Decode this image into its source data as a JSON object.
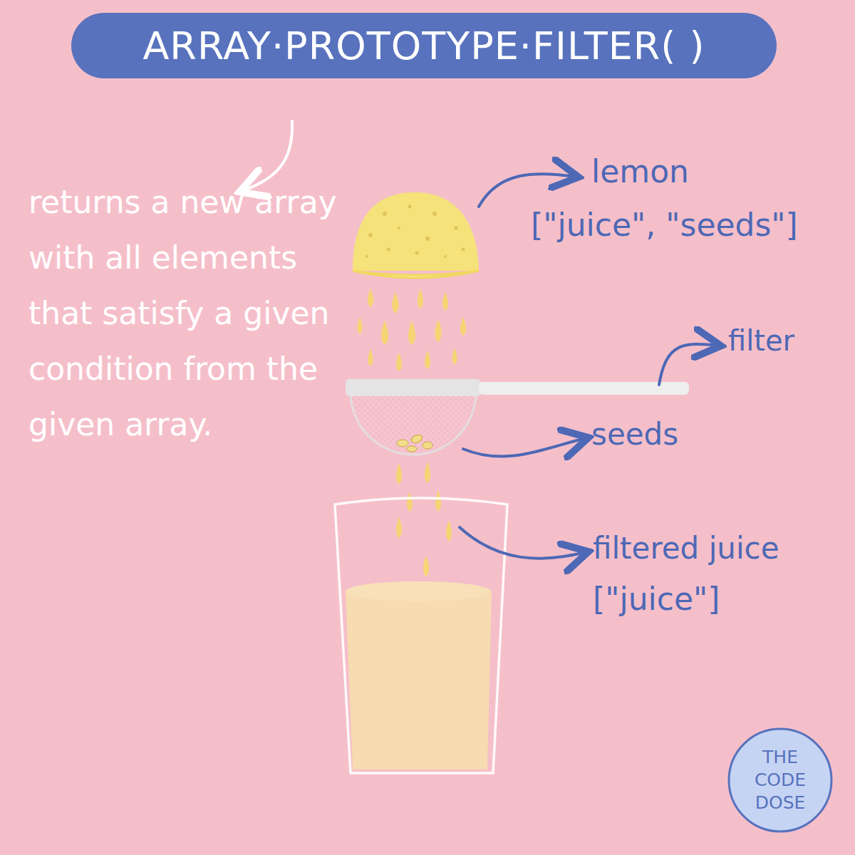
{
  "diagram": {
    "title": "ARRAY·PROTOTYPE·FILTER( )",
    "nodes": [
      {
        "text": [
          "THE CODE DOSE"
        ]
      }
    ],
    "labels": [
      "returns a new array with all elements that satisfy a given condition from the given array.",
      "lemon",
      "[\"juice\", \"seeds\"]",
      "filter",
      "seeds",
      "filtered juice",
      "[\"juice\"]"
    ]
  }
}
